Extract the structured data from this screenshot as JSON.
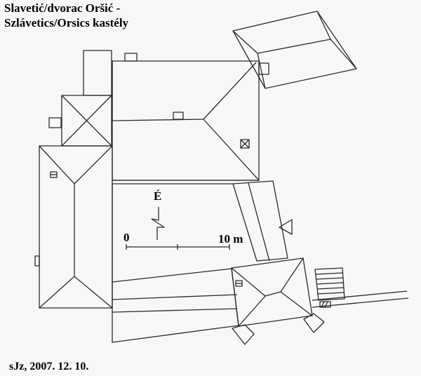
{
  "title": {
    "line1": "Slavetić/dvorac Oršić -",
    "line2": "Szlávetics/Orsics kastély"
  },
  "north_arrow": {
    "label": "É"
  },
  "scale_bar": {
    "start_label": "0",
    "end_label": "10 m"
  },
  "footer": {
    "credit": "sJz, 2007. 12. 10."
  },
  "colors": {
    "line": "#2a2a2a",
    "background": "#f7f7f9"
  },
  "icons": [
    "north-arrow-icon",
    "square-marker-icon",
    "triangle-marker-icon",
    "chimney-icon",
    "stair-icon"
  ]
}
